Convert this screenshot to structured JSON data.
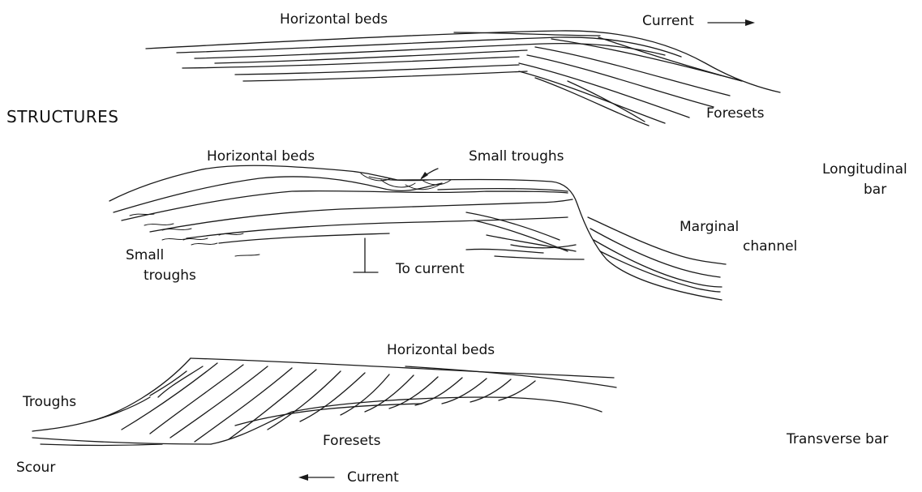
{
  "heading": "STRUCTURES",
  "top_diagram": {
    "label_horizontal_beds": "Horizontal beds",
    "label_current": "Current",
    "label_foresets": "Foresets"
  },
  "middle_diagram": {
    "label_horizontal_beds": "Horizontal beds",
    "label_small_troughs_top": "Small troughs",
    "label_small_troughs_line1": "Small",
    "label_small_troughs_line2": "troughs",
    "label_to_current": "To current",
    "label_marginal_line1": "Marginal",
    "label_marginal_line2": "channel",
    "bar_type_line1": "Longitudinal",
    "bar_type_line2": "bar"
  },
  "bottom_diagram": {
    "label_horizontal_beds": "Horizontal beds",
    "label_troughs": "Troughs",
    "label_foresets": "Foresets",
    "label_scour": "Scour",
    "label_current": "Current",
    "bar_type": "Transverse bar"
  }
}
